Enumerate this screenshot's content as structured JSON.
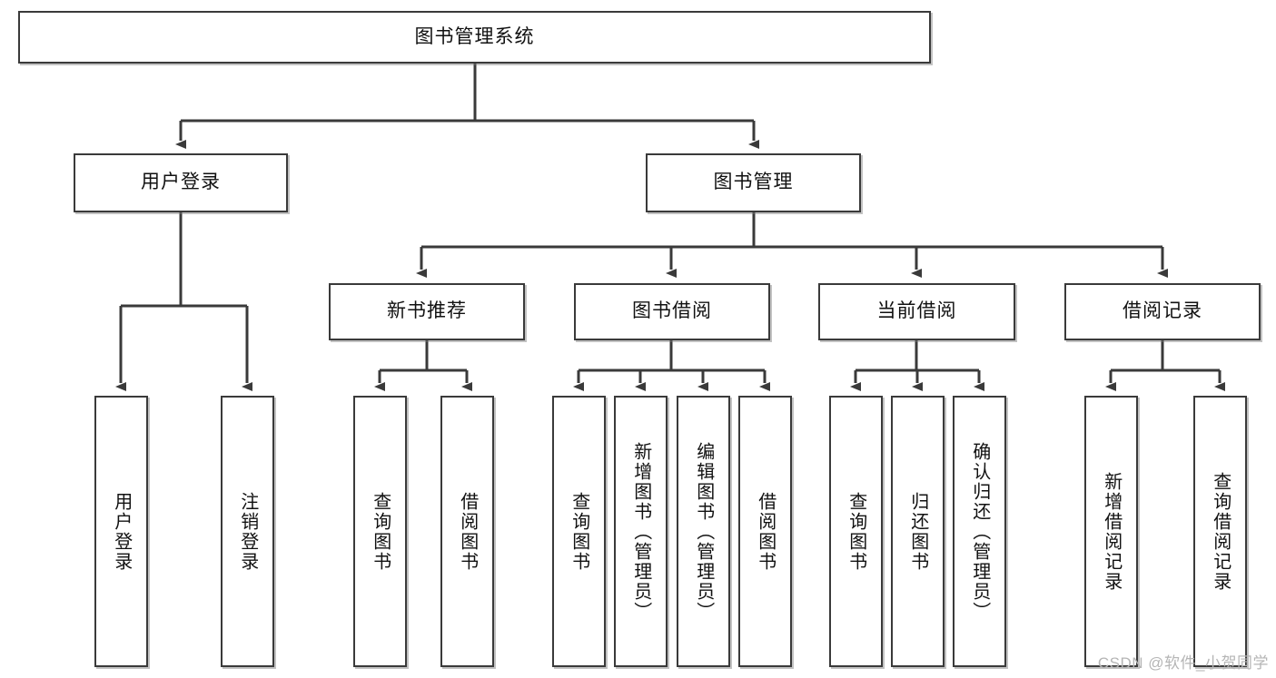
{
  "diagram": {
    "type": "tree",
    "title": "图书管理系统",
    "watermark": "CSDN @软件_小贺同学",
    "colors": {
      "box_border": "#3a3a3a",
      "box_fill": "#ffffff",
      "connector": "#3a3a3a",
      "text": "#111111",
      "watermark": "#b5b5b5"
    },
    "nodes": {
      "root": {
        "label": "图书管理系统",
        "level": 1
      },
      "user_login": {
        "label": "用户登录",
        "level": 2
      },
      "book_manage": {
        "label": "图书管理",
        "level": 2
      },
      "new_book_rec": {
        "label": "新书推荐",
        "level": 3
      },
      "book_borrow": {
        "label": "图书借阅",
        "level": 3
      },
      "current_borrow": {
        "label": "当前借阅",
        "level": 3
      },
      "borrow_record": {
        "label": "借阅记录",
        "level": 3
      },
      "leaf_user_login": {
        "label": "用户登录",
        "level": 3
      },
      "leaf_logout": {
        "label": "注销登录",
        "level": 3
      },
      "leaf_query_book_1": {
        "label": "查询图书",
        "level": 4
      },
      "leaf_borrow_book_1": {
        "label": "借阅图书",
        "level": 4
      },
      "leaf_query_book_2": {
        "label": "查询图书",
        "level": 4
      },
      "leaf_add_book": {
        "label": "新增图书（管理员）",
        "level": 4
      },
      "leaf_edit_book": {
        "label": "编辑图书（管理员）",
        "level": 4
      },
      "leaf_borrow_book_2": {
        "label": "借阅图书",
        "level": 4
      },
      "leaf_query_book_3": {
        "label": "查询图书",
        "level": 4
      },
      "leaf_return_book": {
        "label": "归还图书",
        "level": 4
      },
      "leaf_confirm_return": {
        "label": "确认归还（管理员）",
        "level": 4
      },
      "leaf_add_record": {
        "label": "新增借阅记录",
        "level": 4
      },
      "leaf_query_record": {
        "label": "查询借阅记录",
        "level": 4
      }
    },
    "edges": [
      {
        "from": "root",
        "to": "user_login"
      },
      {
        "from": "root",
        "to": "book_manage"
      },
      {
        "from": "user_login",
        "to": "leaf_user_login"
      },
      {
        "from": "user_login",
        "to": "leaf_logout"
      },
      {
        "from": "book_manage",
        "to": "new_book_rec"
      },
      {
        "from": "book_manage",
        "to": "book_borrow"
      },
      {
        "from": "book_manage",
        "to": "current_borrow"
      },
      {
        "from": "book_manage",
        "to": "borrow_record"
      },
      {
        "from": "new_book_rec",
        "to": "leaf_query_book_1"
      },
      {
        "from": "new_book_rec",
        "to": "leaf_borrow_book_1"
      },
      {
        "from": "book_borrow",
        "to": "leaf_query_book_2"
      },
      {
        "from": "book_borrow",
        "to": "leaf_add_book"
      },
      {
        "from": "book_borrow",
        "to": "leaf_edit_book"
      },
      {
        "from": "book_borrow",
        "to": "leaf_borrow_book_2"
      },
      {
        "from": "current_borrow",
        "to": "leaf_query_book_3"
      },
      {
        "from": "current_borrow",
        "to": "leaf_return_book"
      },
      {
        "from": "current_borrow",
        "to": "leaf_confirm_return"
      },
      {
        "from": "borrow_record",
        "to": "leaf_add_record"
      },
      {
        "from": "borrow_record",
        "to": "leaf_query_record"
      }
    ]
  }
}
